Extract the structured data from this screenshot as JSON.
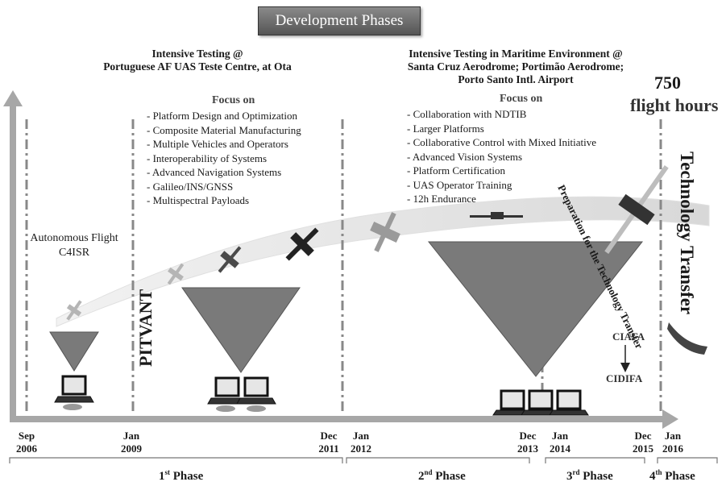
{
  "title": "Development Phases",
  "phase1_header": {
    "line1": "Intensive Testing @",
    "line2": "Portuguese AF UAS Teste Centre, at Ota"
  },
  "phase2_header": {
    "line1": "Intensive Testing in Maritime Environment @",
    "line2": "Santa Cruz Aerodrome;  Portimão Aerodrome;",
    "line3": "Porto Santo Intl. Airport"
  },
  "focus1": {
    "heading": "Focus on",
    "items": [
      "- Platform Design and Optimization",
      "- Composite Material Manufacturing",
      "- Multiple Vehicles and Operators",
      "- Interoperability of Systems",
      "- Advanced Navigation Systems",
      "- Galileo/INS/GNSS",
      "- Multispectral Payloads"
    ]
  },
  "focus2": {
    "heading": "Focus on",
    "items": [
      "- Collaboration with NDTIB",
      "- Larger Platforms",
      "- Collaborative Control with Mixed Initiative",
      "- Advanced Vision Systems",
      "- Platform Certification",
      "- UAS Operator Training",
      "- 12h Endurance"
    ]
  },
  "autonomous": {
    "line1": "Autonomous Flight",
    "line2": "C4ISR"
  },
  "pitvant": "PITVANT",
  "flight_hours": {
    "value": "750",
    "label": "flight hours"
  },
  "technology_transfer": "Technology Transfer",
  "preparation": "Preparation for the Technology Transfer",
  "ciafa": "CIAFA",
  "cidifa": "CIDIFA",
  "dates": [
    {
      "month": "Sep",
      "year": "2006"
    },
    {
      "month": "Jan",
      "year": "2009"
    },
    {
      "month": "Dec",
      "year": "2011"
    },
    {
      "month": "Jan",
      "year": "2012"
    },
    {
      "month": "Dec",
      "year": "2013"
    },
    {
      "month": "Jan",
      "year": "2014"
    },
    {
      "month": "Dec",
      "year": "2015"
    },
    {
      "month": "Jan",
      "year": "2016"
    }
  ],
  "phases": {
    "p1_num": "1",
    "p1_sup": "st",
    "p1_word": " Phase",
    "p2_num": "2",
    "p2_sup": "nd",
    "p2_word": " Phase",
    "p3_num": "3",
    "p3_sup": "rd",
    "p3_word": " Phase",
    "p4_num": "4",
    "p4_sup": "th",
    "p4_word": " Phase"
  }
}
